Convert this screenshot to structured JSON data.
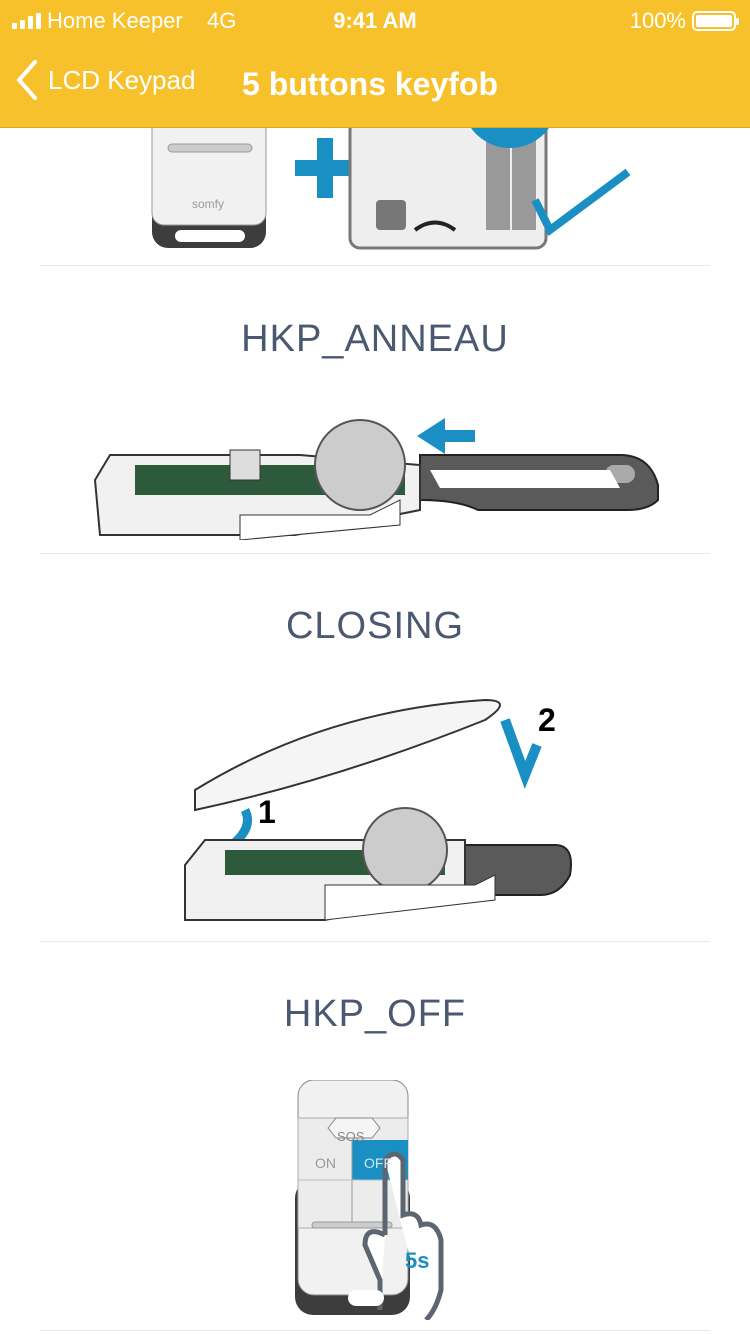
{
  "status_bar": {
    "carrier": "Home Keeper",
    "network": "4G",
    "time": "9:41 AM",
    "battery": "100%"
  },
  "nav": {
    "back_label": "LCD Keypad",
    "title": "5 buttons keyfob"
  },
  "sections": [
    {
      "title": "HKP_ANNEAU"
    },
    {
      "title": "CLOSING",
      "step1": "1",
      "step2": "2"
    },
    {
      "title": "HKP_OFF",
      "buttons": {
        "sos": "SOS",
        "on": "ON",
        "off": "OFF"
      },
      "hold_time": "5s"
    }
  ],
  "colors": {
    "header": "#F7C12C",
    "accent": "#1a8fc4",
    "title": "#4a5870"
  }
}
